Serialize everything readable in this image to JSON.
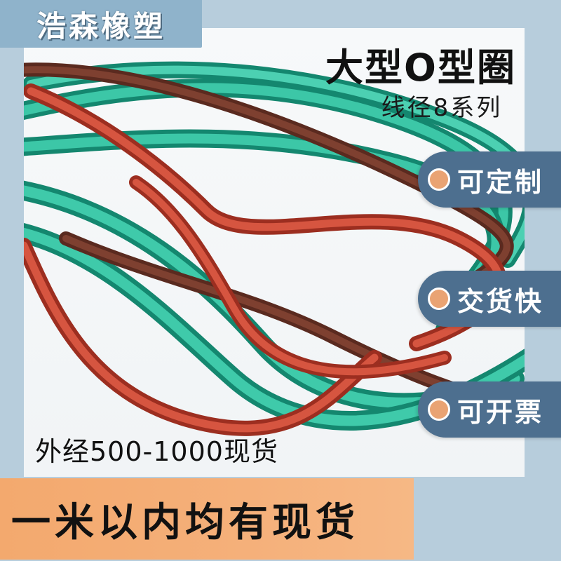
{
  "brand": {
    "name": "浩森橡塑"
  },
  "title": {
    "main": "大型O型圈",
    "sub": "线径8系列"
  },
  "features": [
    {
      "label": "可定制"
    },
    {
      "label": "交货快"
    },
    {
      "label": "可开票"
    }
  ],
  "caption": {
    "outer_diameter": "外经500-1000现货"
  },
  "banner": {
    "text": "一米以内均有现货"
  },
  "colors": {
    "frame": "#b7cddc",
    "brand_badge": "#8fb3cb",
    "pill": "#4d6f8f",
    "pill_dot": "#e9a373",
    "banner": "#f3a96e",
    "cable_green": "#1fa98e",
    "cable_red": "#c9402e",
    "cable_brown": "#6e3528"
  },
  "icons": {
    "feature_dot": "orange-dot-icon"
  }
}
